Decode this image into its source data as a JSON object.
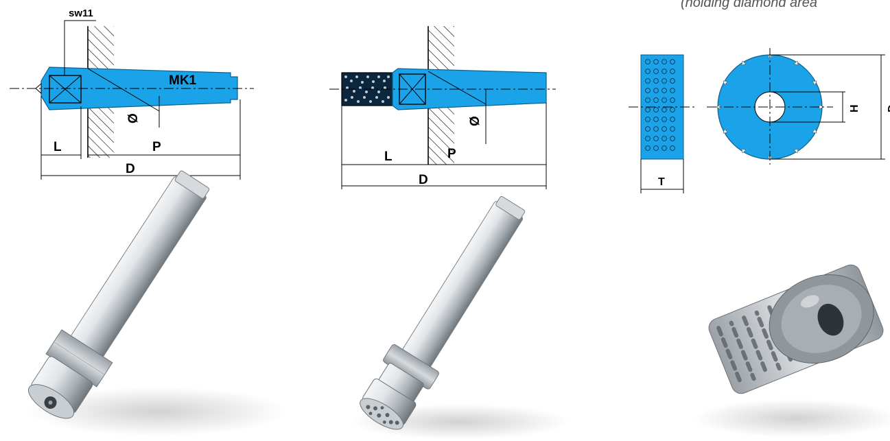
{
  "caption": "(holding diamond area",
  "colors": {
    "tool_blue": "#1aa3e8",
    "metal_light": "#e8eaec",
    "metal_mid": "#b9bec3",
    "metal_dark": "#7d848a"
  },
  "drawing_1": {
    "key_size": "sw11",
    "taper": "MK1",
    "dim_L": "L",
    "dim_P": "P",
    "dim_D": "D",
    "dim_diameter": "Ø"
  },
  "drawing_2": {
    "dim_L": "L",
    "dim_P": "P",
    "dim_D": "D",
    "dim_diameter": "Ø"
  },
  "drawing_3": {
    "dim_T": "T",
    "dim_H": "H",
    "dim_D": "D"
  },
  "icons": [
    "single-point-dresser-photo",
    "multi-point-dresser-photo",
    "diamond-roller-photo"
  ]
}
